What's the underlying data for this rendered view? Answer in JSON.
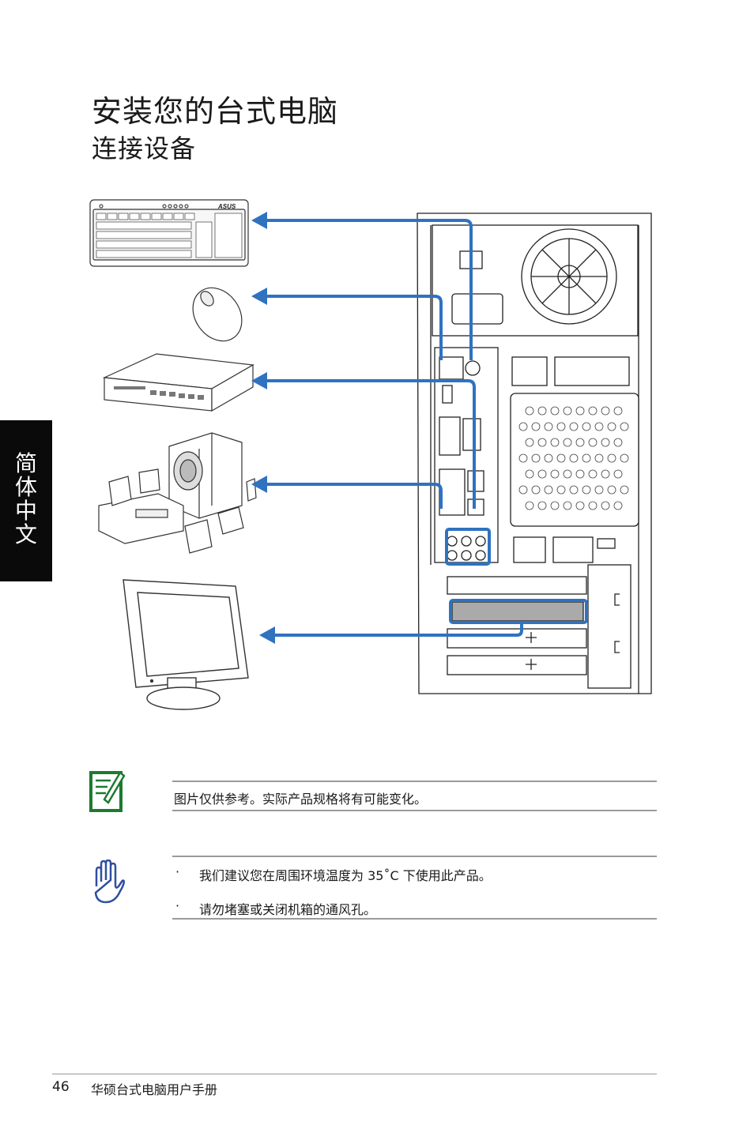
{
  "page": {
    "title": "安装您的台式电脑",
    "subtitle": "连接设备",
    "side_tab": "简体中文"
  },
  "note": {
    "icon": "note-pencil-icon",
    "text": "图片仅供参考。实际产品规格将有可能变化。"
  },
  "warning": {
    "icon": "raised-hand-icon",
    "bullet": "·",
    "items": [
      "我们建议您在周围环境温度为 35˚C 下使用此产品。",
      "请勿堵塞或关闭机箱的通风孔。"
    ]
  },
  "footer": {
    "page_number": "46",
    "manual_title": "华硕台式电脑用户手册"
  },
  "illustration": {
    "devices": [
      "keyboard",
      "mouse",
      "network-switch",
      "speakers",
      "monitor"
    ],
    "keyboard_brand": "ASUS",
    "cable_color": "#2f72c0"
  }
}
